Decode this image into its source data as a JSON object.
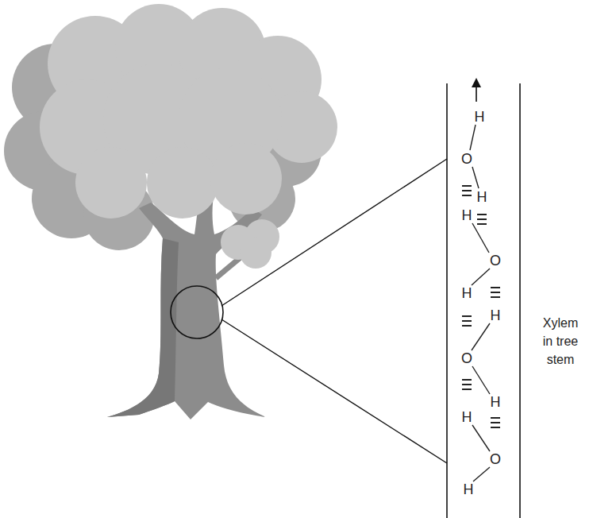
{
  "diagram": {
    "labels": [
      "H",
      "O",
      "H",
      "H",
      "O",
      "H",
      "H",
      "O",
      "H",
      "H",
      "O",
      "H",
      "Xylem in tree stem"
    ]
  }
}
